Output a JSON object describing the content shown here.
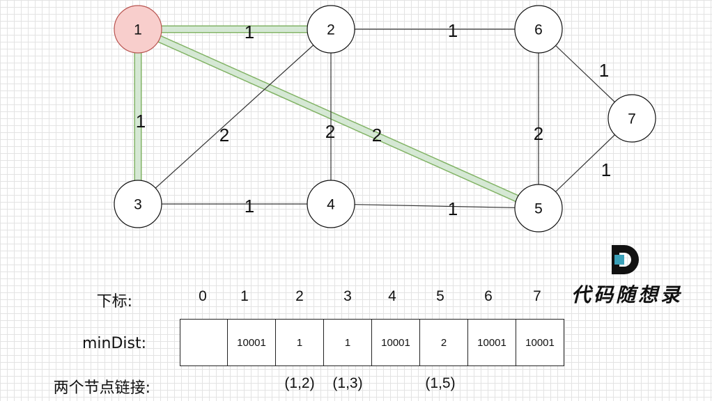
{
  "graph": {
    "nodes": [
      {
        "id": "1",
        "label": "1",
        "highlighted": true
      },
      {
        "id": "2",
        "label": "2"
      },
      {
        "id": "3",
        "label": "3"
      },
      {
        "id": "4",
        "label": "4"
      },
      {
        "id": "5",
        "label": "5"
      },
      {
        "id": "6",
        "label": "6"
      },
      {
        "id": "7",
        "label": "7"
      }
    ],
    "edges": [
      {
        "from": "1",
        "to": "2",
        "weight": "1",
        "highlighted": true
      },
      {
        "from": "1",
        "to": "3",
        "weight": "1",
        "highlighted": true
      },
      {
        "from": "1",
        "to": "5",
        "weight": "2",
        "highlighted": true
      },
      {
        "from": "2",
        "to": "6",
        "weight": "1"
      },
      {
        "from": "2",
        "to": "3",
        "weight": "2"
      },
      {
        "from": "2",
        "to": "4",
        "weight": "2"
      },
      {
        "from": "3",
        "to": "4",
        "weight": "1"
      },
      {
        "from": "4",
        "to": "5",
        "weight": "1"
      },
      {
        "from": "6",
        "to": "5",
        "weight": "2"
      },
      {
        "from": "6",
        "to": "7",
        "weight": "1"
      },
      {
        "from": "7",
        "to": "5",
        "weight": "1"
      }
    ],
    "colors": {
      "highlight_node": "#f8cecc",
      "highlight_node_border": "#b85450",
      "highlight_edge": "#d5e8d4",
      "highlight_edge_border": "#82b366"
    }
  },
  "table": {
    "index_label": "下标:",
    "mindist_label": "minDist:",
    "links_label": "两个节点链接:",
    "indices": [
      "0",
      "1",
      "2",
      "3",
      "4",
      "5",
      "6",
      "7"
    ],
    "min_dist": [
      "",
      "10001",
      "1",
      "1",
      "10001",
      "2",
      "10001",
      "10001"
    ],
    "links": [
      "",
      "",
      "(1,2)",
      "(1,3)",
      "",
      "(1,5)",
      "",
      ""
    ]
  },
  "logo": {
    "text": "代码随想录",
    "icon": "letter-d-logo-icon",
    "colors": [
      "#111111",
      "#3aa0b8"
    ]
  }
}
